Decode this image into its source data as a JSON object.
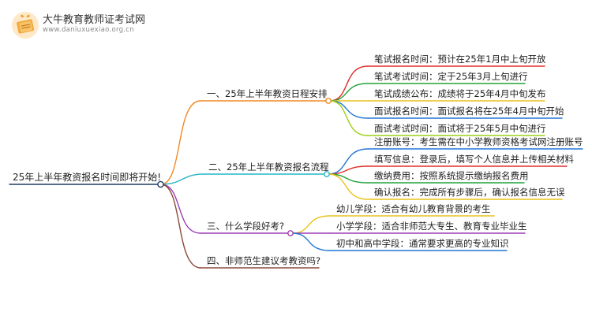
{
  "header": {
    "site_name": "大牛教育教师证考试网",
    "site_url": "www.daniuxuexiao.org.cn"
  },
  "colors": {
    "root": "#1d3b63",
    "branch1": "#f08a24",
    "branch2": "#27b6c6",
    "branch3": "#9c3fb5",
    "branch4": "#8a4b3a",
    "red": "#e0302d",
    "green": "#22a33a",
    "yellow": "#e9c21b",
    "blue": "#2277d6"
  },
  "mindmap": {
    "root": "25年上半年教资报名时间即将开始!",
    "branches": [
      {
        "label": "一、25年上半年教资日程安排",
        "children": [
          "笔试报名时间：预计在25年1月中上旬开放",
          "笔试考试时间：定于25年3月上旬进行",
          "笔试成绩公布：成绩将于25年4月中旬发布",
          "面试报名时间：面试报名将在25年4月中旬开始",
          "面试考试时间：面试将于25年5月中旬进行"
        ]
      },
      {
        "label": "二、25年上半年教资报名流程",
        "children": [
          "注册账号：考生需在中小学教师资格考试网注册账号",
          "填写信息：登录后，填写个人信息并上传相关材料",
          "缴纳费用：按照系统提示缴纳报名费用",
          "确认报名：完成所有步骤后，确认报名信息无误"
        ]
      },
      {
        "label": "三、什么学段好考?",
        "children": [
          "幼儿学段：适合有幼儿教育背景的考生",
          "小学学段：适合非师范大专生、教育专业毕业生",
          "初中和高中学段：通常要求更高的专业知识"
        ]
      },
      {
        "label": "四、非师范生建议考教资吗?",
        "children": []
      }
    ]
  }
}
